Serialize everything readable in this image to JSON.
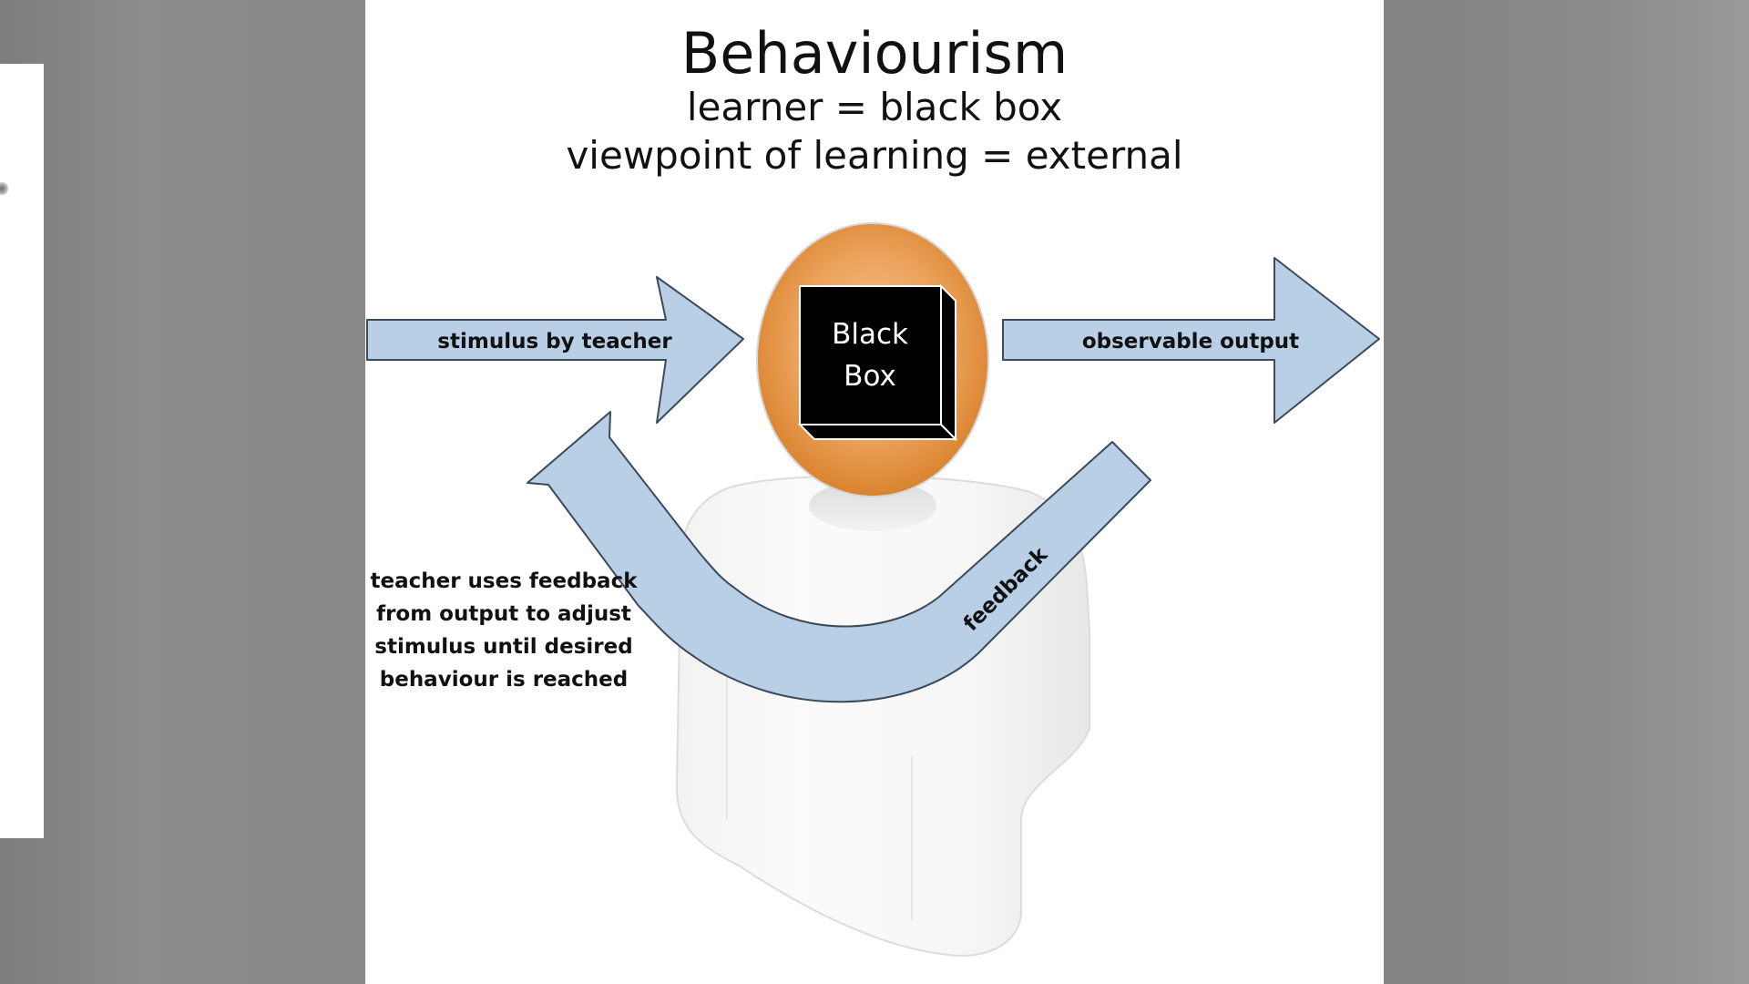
{
  "slide": {
    "title": "Behaviourism",
    "subtitle_lines": [
      "learner = black box",
      "viewpoint of learning = external"
    ]
  },
  "diagram": {
    "nodes": {
      "black_box": {
        "lines": [
          "Black",
          "Box"
        ]
      }
    },
    "edges": [
      {
        "id": "stimulus",
        "label": "stimulus by teacher",
        "to": "black_box"
      },
      {
        "id": "output",
        "label": "observable output",
        "from": "black_box"
      },
      {
        "id": "feedback",
        "label": "feedback",
        "from": "output",
        "to": "stimulus"
      }
    ],
    "explanation_lines": [
      "teacher uses feedback",
      "from output to adjust",
      "stimulus until desired",
      "behaviour is reached"
    ]
  },
  "colors": {
    "arrow_fill": "#b9cfe6",
    "arrow_stroke": "#3c4a5a",
    "head": "#e39a4a",
    "head_highlight": "#f7c58c",
    "black_box": "#000000",
    "body": "#f4f4f4",
    "background": "#ffffff"
  }
}
